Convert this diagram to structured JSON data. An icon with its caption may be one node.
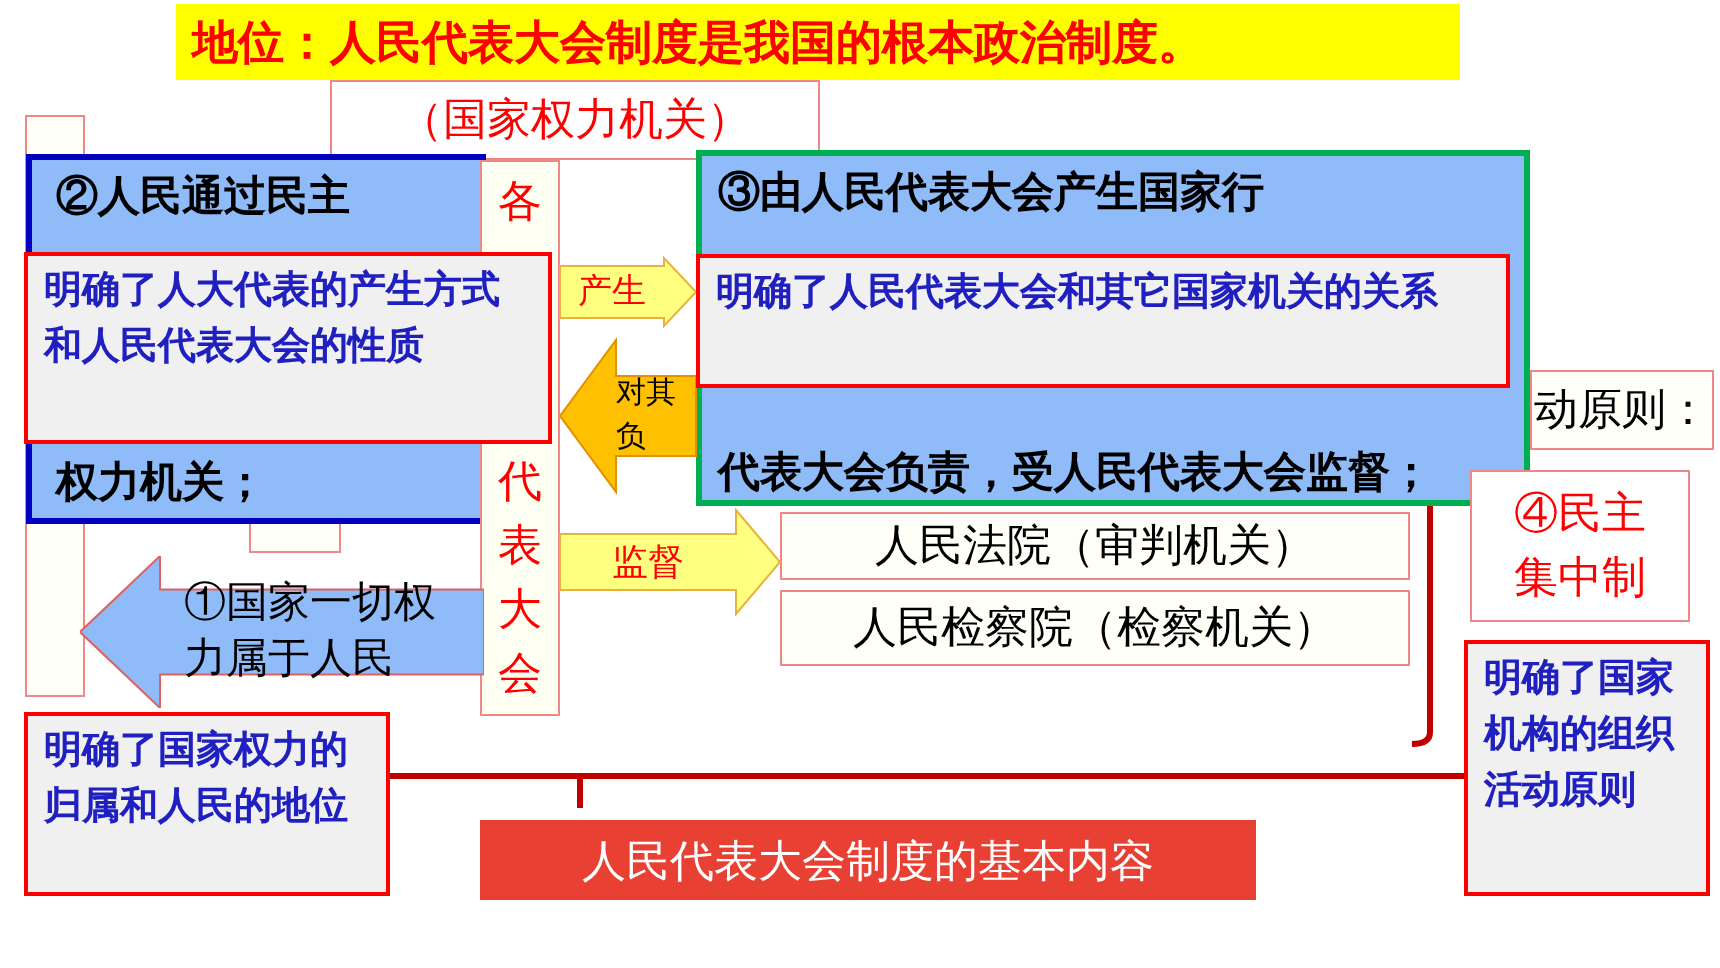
{
  "diagram": {
    "title": "地位：人民代表大会制度是我国的根本政治制度。",
    "nodes": [
      {
        "text": [
          "（国家权力机关）"
        ]
      },
      {
        "text": [
          "②人民通过民主",
          "权力机关；"
        ]
      },
      {
        "text": [
          "各",
          "代表大会"
        ]
      },
      {
        "text": [
          "③由人民代表大会产生国家行",
          "代表大会负责，受人民代表大会监督；"
        ]
      },
      {
        "text": [
          "人民法院（审判机关）"
        ]
      },
      {
        "text": [
          "人民检察院（检察机关）"
        ]
      },
      {
        "text": [
          "动原则："
        ]
      },
      {
        "text": [
          "④民主集中制"
        ]
      },
      {
        "text": [
          "①国家一切权力属于人民"
        ]
      },
      {
        "text": [
          "明确了人大代表的产生方式和人民代表大会的性质"
        ]
      },
      {
        "text": [
          "明确了人民代表大会和其它国家机关的关系"
        ],
        "in": 3
      },
      {
        "text": [
          "明确了国家权力的归属和人民的地位"
        ]
      },
      {
        "text": [
          "明确了国家机构的组织活动原则"
        ]
      },
      {
        "text": [
          "人民代表大会制度的基本内容"
        ]
      }
    ],
    "edges": [
      {
        "from": 2,
        "to": 3,
        "arrow": "to",
        "label": "产生"
      },
      {
        "from": 3,
        "to": 2,
        "arrow": "to",
        "label": "对其负"
      },
      {
        "from": 2,
        "to": 4,
        "arrow": "to",
        "label": "监督"
      }
    ]
  }
}
